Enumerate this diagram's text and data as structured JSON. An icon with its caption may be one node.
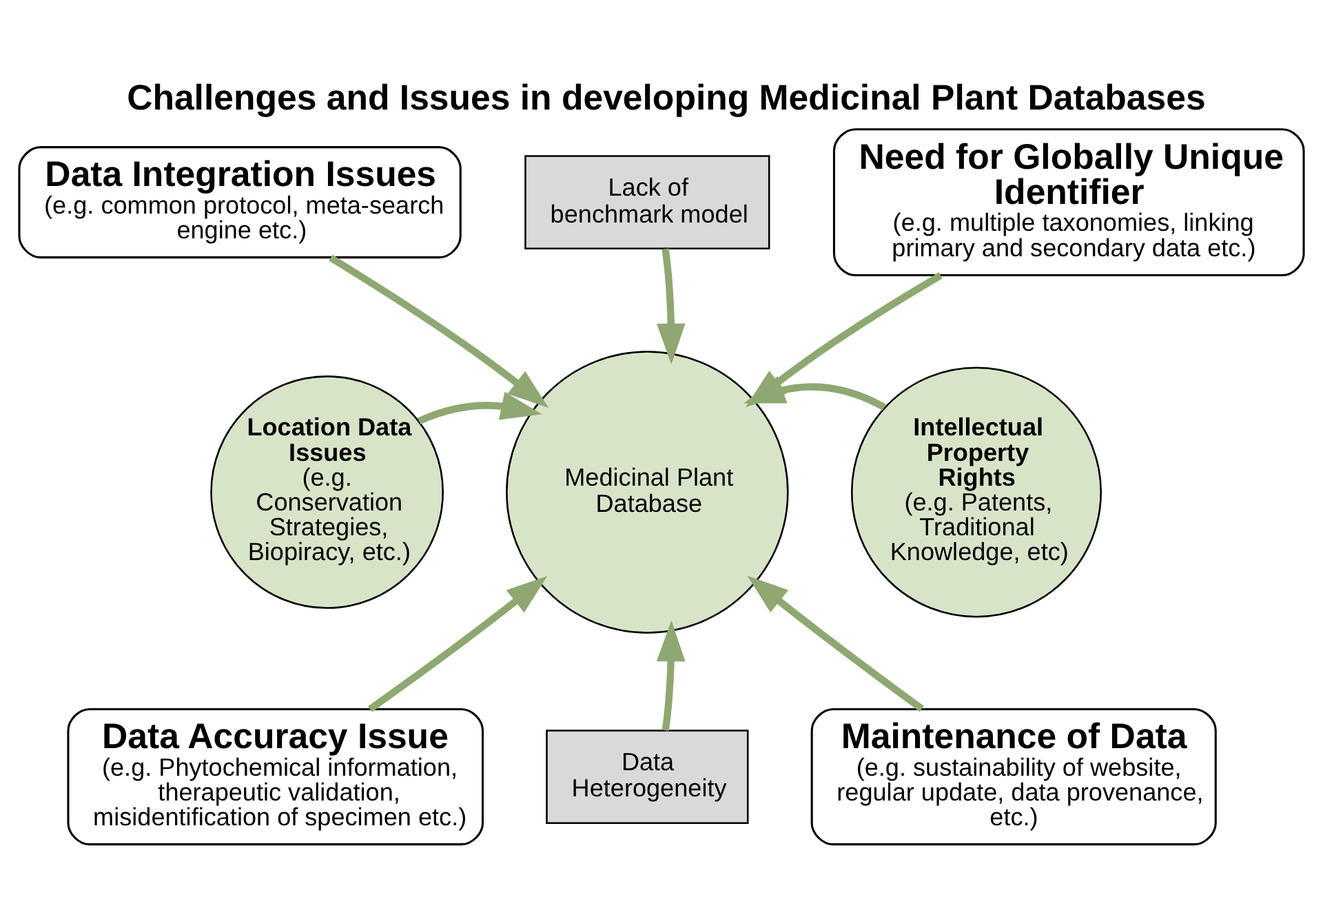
{
  "diagram": {
    "title": "Challenges and Issues in developing Medicinal Plant Databases",
    "nodes": [
      {
        "text": [
          "Data Integration Issues",
          "(e.g. common protocol, meta-search engine etc.)"
        ]
      },
      {
        "text": [
          "Lack of benchmark model"
        ]
      },
      {
        "text": [
          "Need for Globally Unique Identifier",
          "(e.g. multiple taxonomies, linking primary and secondary data etc.)"
        ]
      },
      {
        "text": [
          "Location Data Issues",
          "(e.g. Conservation Strategies, Biopiracy, etc.)"
        ]
      },
      {
        "text": [
          "Medicinal Plant Database"
        ]
      },
      {
        "text": [
          "Intellectual Property Rights",
          "(e.g. Patents, Traditional Knowledge, etc)"
        ]
      },
      {
        "text": [
          "Data Accuracy Issue",
          "(e.g. Phytochemical information, therapeutic validation, misidentification of specimen etc.)"
        ]
      },
      {
        "text": [
          "Data Heterogeneity"
        ]
      },
      {
        "text": [
          "Maintenance of Data",
          "(e.g. sustainability of website, regular update, data provenance, etc.)"
        ]
      }
    ],
    "edges": [
      {
        "from": 0,
        "to": 4,
        "arrow": "to"
      },
      {
        "from": 1,
        "to": 4,
        "arrow": "to"
      },
      {
        "from": 2,
        "to": 4,
        "arrow": "to"
      },
      {
        "from": 3,
        "to": 4,
        "arrow": "to"
      },
      {
        "from": 5,
        "to": 4,
        "arrow": "to"
      },
      {
        "from": 6,
        "to": 4,
        "arrow": "to"
      },
      {
        "from": 7,
        "to": 4,
        "arrow": "to"
      },
      {
        "from": 8,
        "to": 4,
        "arrow": "to"
      }
    ]
  }
}
